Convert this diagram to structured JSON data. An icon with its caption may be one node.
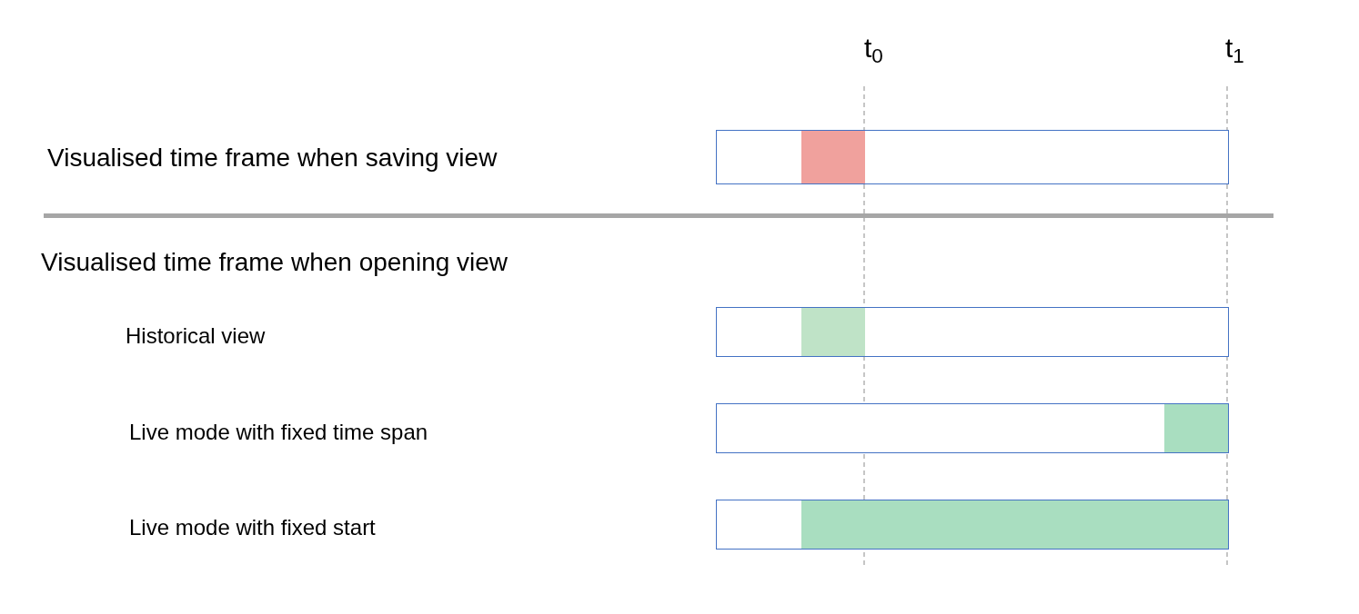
{
  "diagram": {
    "nodes": [
      {
        "text": [],
        "shape": "bar"
      },
      {
        "text": [],
        "shape": "bar"
      },
      {
        "text": [],
        "shape": "bar"
      },
      {
        "text": [],
        "shape": "bar"
      }
    ],
    "labels": [
      "t$_{0}$",
      "t$_{1}$",
      "Visualised time frame when saving view",
      "Visualised time frame when opening view",
      "Historical view",
      "Live mode with fixed time span",
      "Live mode with fixed start"
    ]
  }
}
